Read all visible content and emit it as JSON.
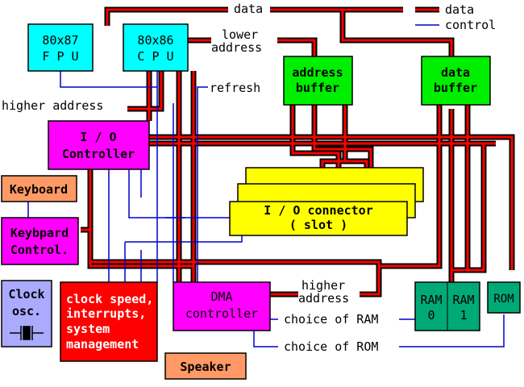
{
  "legend": {
    "data": "data",
    "control": "control"
  },
  "labels": {
    "data_top": "data",
    "lower_address": [
      "lower",
      "address"
    ],
    "refresh": "refresh",
    "higher_address_top": "higher address",
    "higher_address_bottom": [
      "higher",
      "address"
    ],
    "choice_of_ram": "choice of RAM",
    "choice_of_rom": "choice of ROM"
  },
  "blocks": {
    "fpu": [
      "80x87",
      "F P U"
    ],
    "cpu": [
      "80x86",
      "C P U"
    ],
    "address_buffer": [
      "address",
      "buffer"
    ],
    "data_buffer": [
      "data",
      "buffer"
    ],
    "io_controller": [
      "I / O",
      "Controller"
    ],
    "keyboard": "Keyboard",
    "keyboard_control": [
      "Keybpard",
      "Control."
    ],
    "io_connector": [
      "I / O connector",
      "( slot )"
    ],
    "clock_osc": [
      "Clock",
      "osc."
    ],
    "system_management": [
      "clock speed,",
      "interrupts,",
      "system",
      "management"
    ],
    "dma_controller": [
      "DMA",
      "controller"
    ],
    "speaker": "Speaker",
    "ram": [
      "RAM",
      "0",
      "RAM",
      "1"
    ],
    "rom": "ROM"
  },
  "colors": {
    "data_bus_red": "#ff0000",
    "data_bus_black": "#000000",
    "control_line": "#0000cc",
    "fpu_cpu": "#00ffff",
    "buffers": "#00ee00",
    "io_controller": "#ff00ff",
    "dma": "#ff00ff",
    "keyboard_control": "#ff00ff",
    "keyboard": "#ff9966",
    "speaker": "#ff9966",
    "io_connector": "#ffff00",
    "clock_osc": "#aaaaff",
    "system_management": "#ff0000",
    "memory": "#00aa77"
  }
}
